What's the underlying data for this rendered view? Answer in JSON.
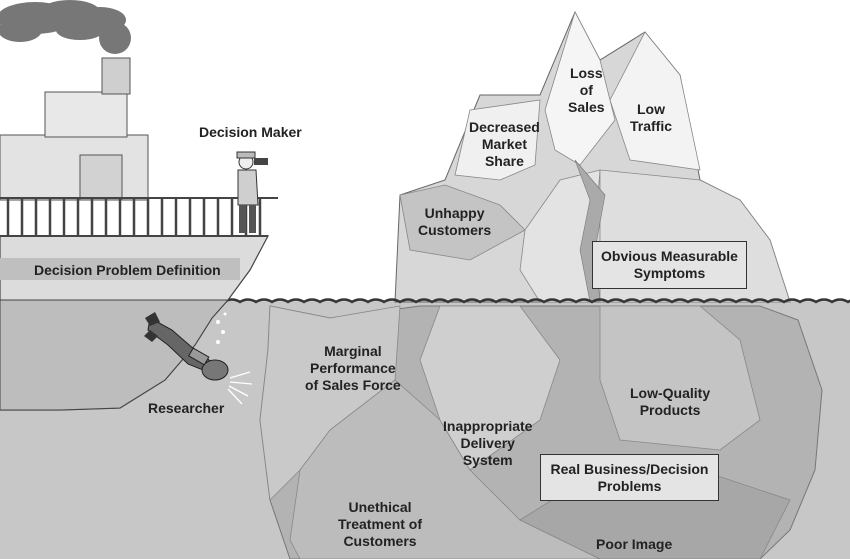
{
  "decision_maker": "Decision Maker",
  "decision_problem_definition": "Decision Problem Definition",
  "researcher": "Researcher",
  "symptoms": {
    "loss_of_sales": "Loss\nof\nSales",
    "low_traffic": "Low\nTraffic",
    "decreased_market_share": "Decreased\nMarket\nShare",
    "unhappy_customers": "Unhappy\nCustomers",
    "obvious_measurable_symptoms": "Obvious Measurable\nSymptoms"
  },
  "problems": {
    "marginal_performance": "Marginal\nPerformance\nof Sales Force",
    "low_quality_products": "Low-Quality\nProducts",
    "inappropriate_delivery": "Inappropriate\nDelivery\nSystem",
    "real_business_problems": "Real Business/Decision\nProblems",
    "unethical_treatment": "Unethical\nTreatment of\nCustomers",
    "poor_image": "Poor Image"
  },
  "colors": {
    "water": "#c7c7c7",
    "ice_light": "#f2f2f2",
    "ice_mid": "#d6d6d6",
    "ice_under": "#a9a9a9",
    "hull": "#dcdcdc"
  }
}
